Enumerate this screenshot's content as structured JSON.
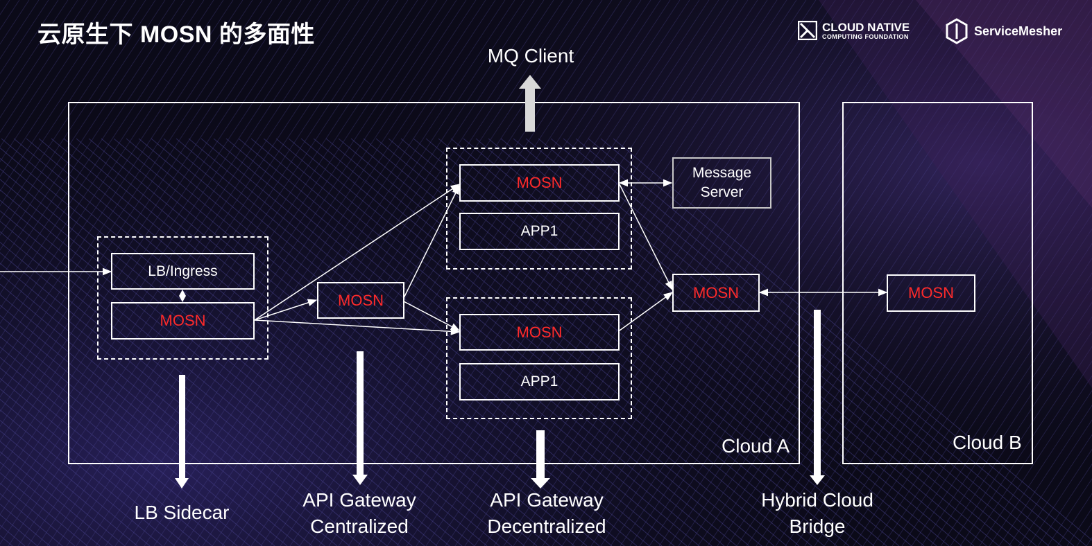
{
  "title": "云原生下 MOSN 的多面性",
  "logos": {
    "cncf_line1": "CLOUD NATIVE",
    "cncf_line2": "COMPUTING FOUNDATION",
    "servicemesher": "ServiceMesher"
  },
  "top_label": "MQ Client",
  "clouds": {
    "a": "Cloud A",
    "b": "Cloud B"
  },
  "nodes": {
    "lb_ingress": "LB/Ingress",
    "mosn_lb": "MOSN",
    "mosn_gateway": "MOSN",
    "mosn_app_top": "MOSN",
    "app1_top": "APP1",
    "mosn_app_bottom": "MOSN",
    "app1_bottom": "APP1",
    "message_server": "Message Server",
    "mosn_bridge_a": "MOSN",
    "mosn_bridge_b": "MOSN"
  },
  "bottom_labels": {
    "lb_sidecar": "LB Sidecar",
    "api_centralized": [
      "API Gateway",
      "Centralized"
    ],
    "api_decentralized": [
      "API Gateway",
      "Decentralized"
    ],
    "hybrid": [
      "Hybrid Cloud",
      "Bridge"
    ]
  },
  "colors": {
    "mosn": "#ff2a2a",
    "background": "#0b0a18",
    "lines": "#ffffff"
  }
}
